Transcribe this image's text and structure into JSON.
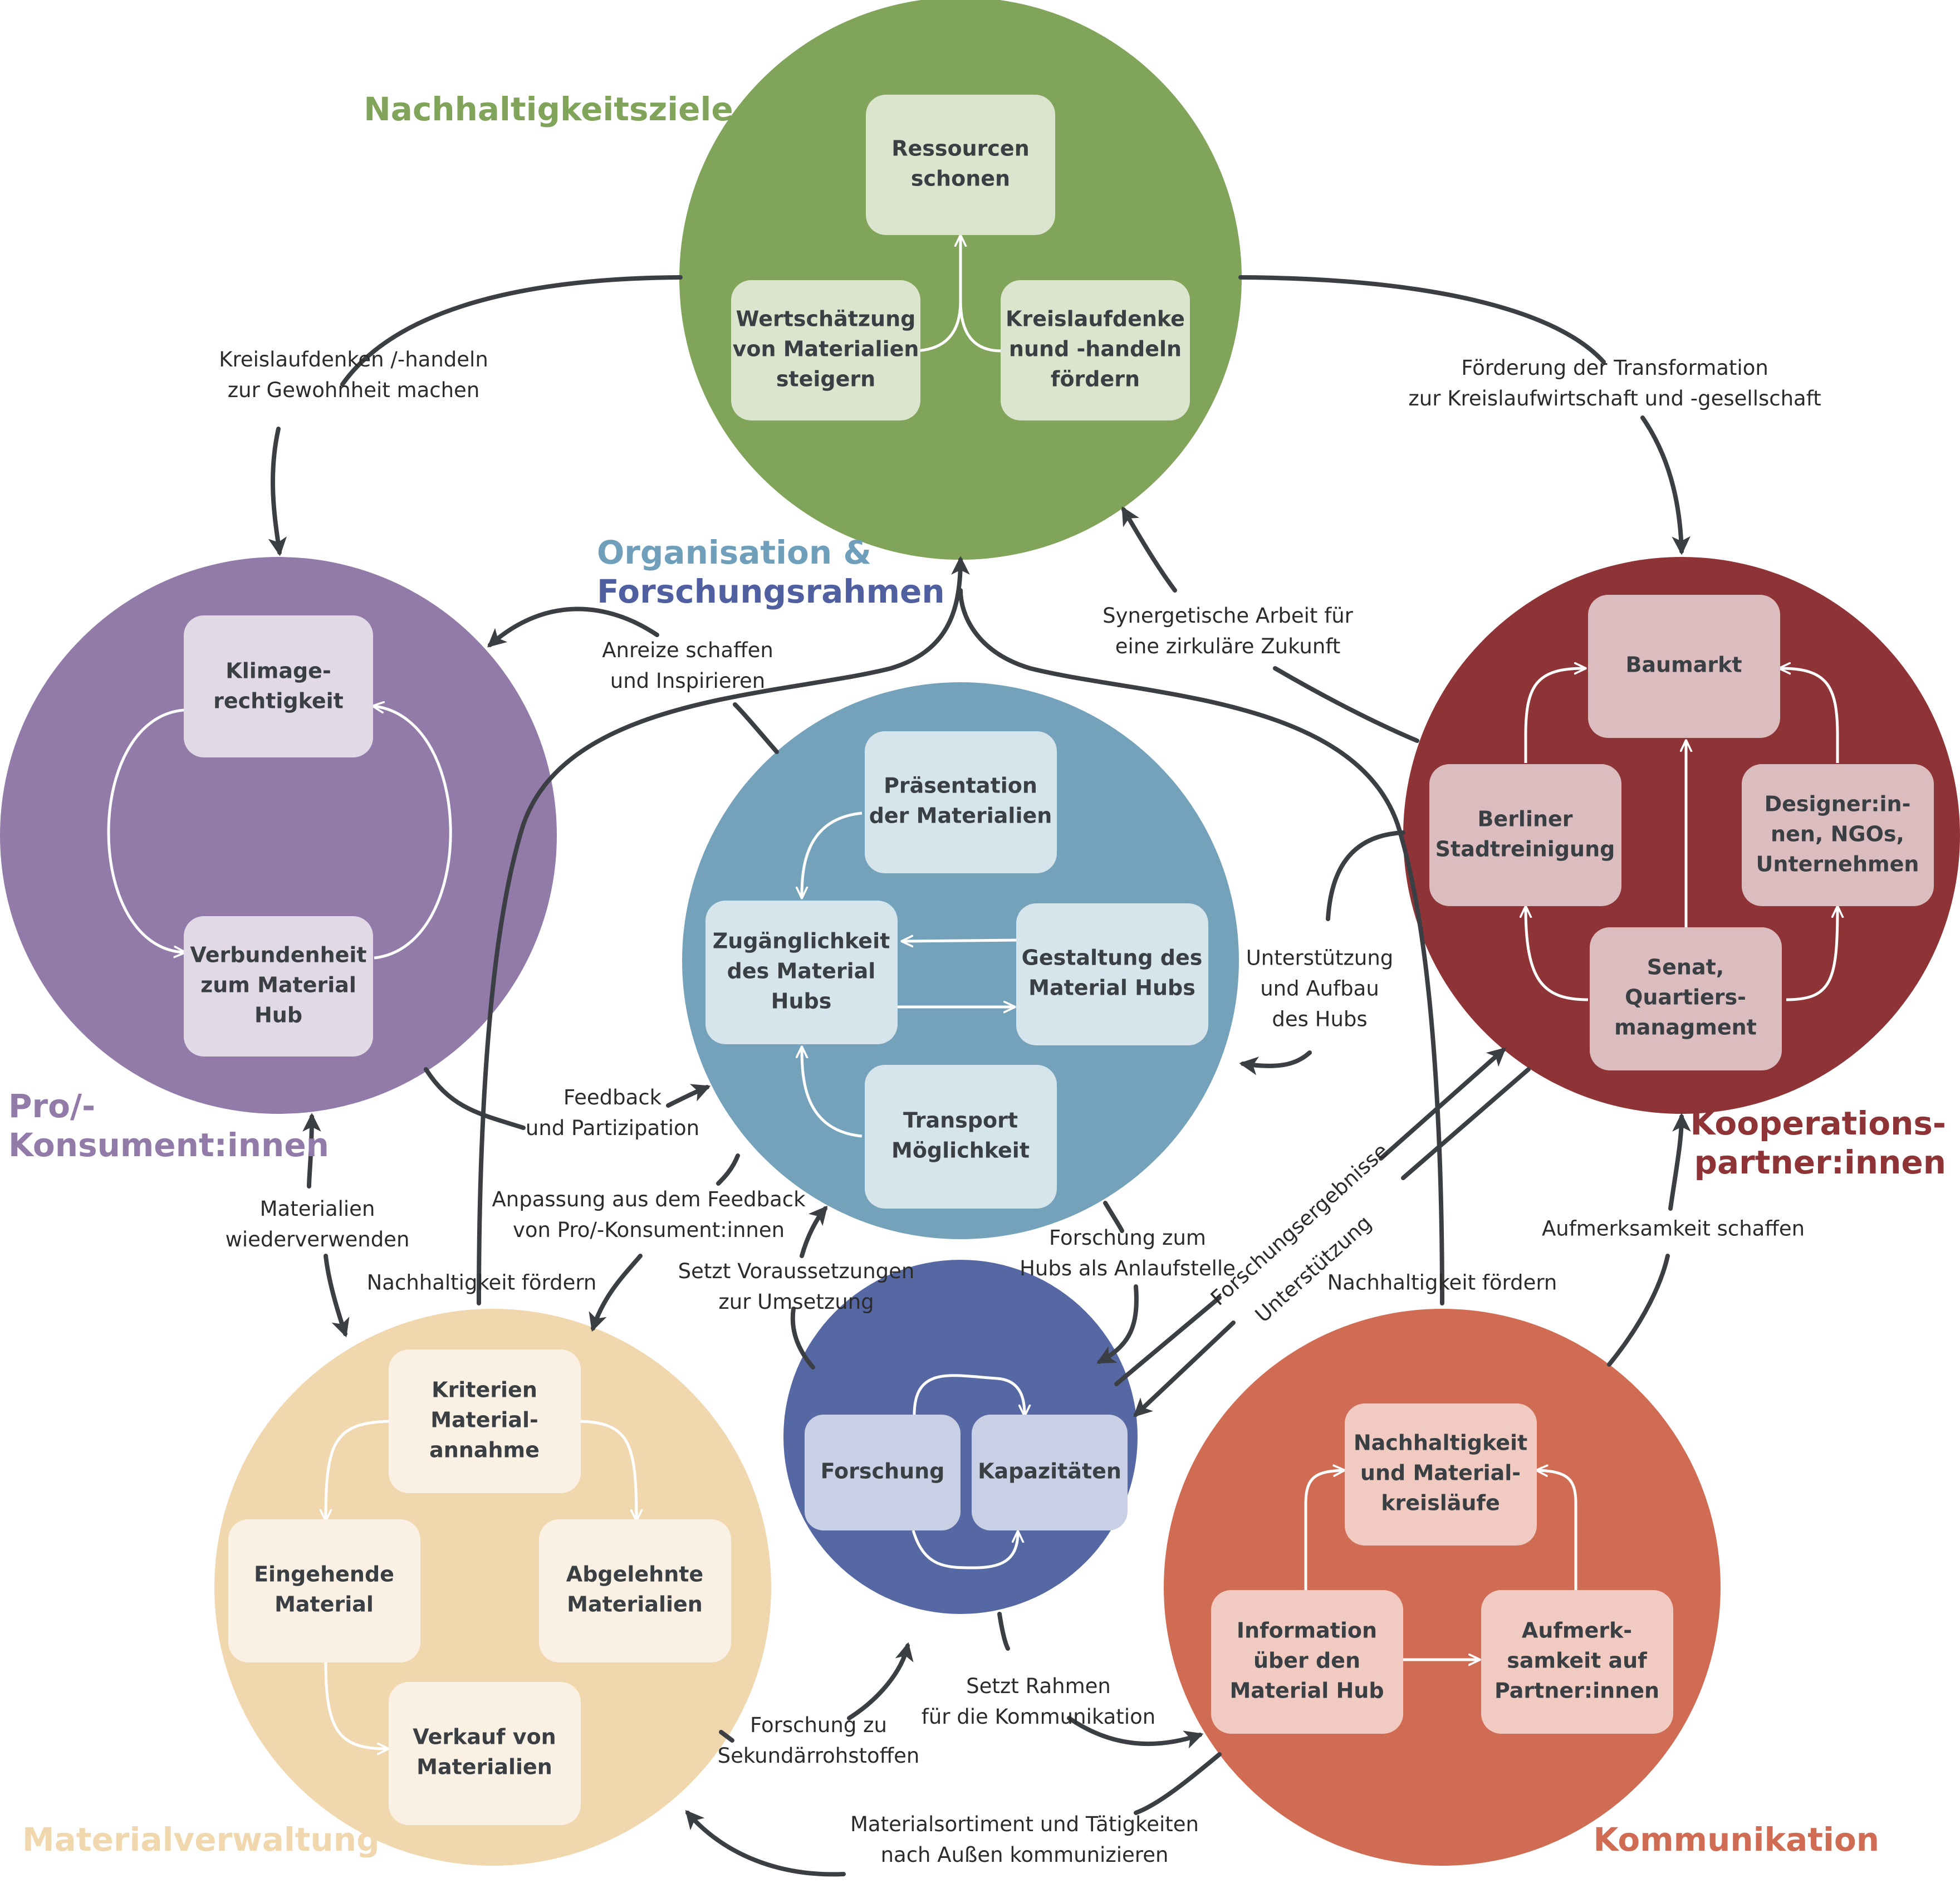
{
  "colors": {
    "nachhaltigkeit": "#80a45a",
    "nachhaltigkeit_box": "#dbe4cc",
    "pro": "#927ba8",
    "pro_box": "#e2d9e7",
    "orga": "#75a2bb",
    "orga_box": "#d6e4ec",
    "orga_title": "#6f9fbb",
    "orga_title2": "#4f5fa0",
    "koop": "#8f3436",
    "koop_box": "#dcbdbf",
    "material": "#f0d7ad",
    "material_box": "#faf0e3",
    "material_title": "#f0d7ad",
    "forschung": "#5568a3",
    "forschung_box": "#c9cfe5",
    "komm": "#d06c53",
    "komm_box": "#f1cbc2",
    "arrow": "#3b3f44",
    "box_text": "#3a3f44",
    "label_text": "#2b2b2b"
  },
  "clusters": {
    "nachhaltigkeit": {
      "title": "Nachhaltigkeitsziele",
      "boxes": [
        [
          "Ressourcen",
          "schonen"
        ],
        [
          "Wertschätzung",
          "von Materialien",
          "steigern"
        ],
        [
          "Kreislaufdenke",
          "nund -handeln",
          "fördern"
        ]
      ]
    },
    "pro": {
      "title": [
        "Pro/-",
        "Konsument:innen"
      ],
      "boxes": [
        [
          "Klimage-",
          "rechtigkeit"
        ],
        [
          "Verbundenheit",
          "zum Material",
          "Hub"
        ]
      ]
    },
    "orga": {
      "title": [
        "Organisation &",
        "Forschungsrahmen"
      ],
      "boxes": [
        [
          "Präsentation",
          "der Materialien"
        ],
        [
          "Zugänglichkeit",
          "des Material",
          "Hubs"
        ],
        [
          "Gestaltung des",
          "Material Hubs"
        ],
        [
          "Transport",
          "Möglichkeit"
        ]
      ]
    },
    "koop": {
      "title": [
        "Kooperations-",
        "partner:innen"
      ],
      "boxes": [
        [
          "Baumarkt"
        ],
        [
          "Berliner",
          "Stadtreinigung"
        ],
        [
          "Designer:in-",
          "nen, NGOs,",
          "Unternehmen"
        ],
        [
          "Senat,",
          "Quartiers-",
          "managment"
        ]
      ]
    },
    "material": {
      "title": "Materialverwaltung",
      "boxes": [
        [
          "Kriterien",
          "Material-",
          "annahme"
        ],
        [
          "Eingehende",
          "Material"
        ],
        [
          "Abgelehnte",
          "Materialien"
        ],
        [
          "Verkauf von",
          "Materialien"
        ]
      ]
    },
    "forschung": {
      "boxes": [
        [
          "Forschung"
        ],
        [
          "Kapazitäten"
        ]
      ]
    },
    "komm": {
      "title": "Kommunikation",
      "boxes": [
        [
          "Nachhaltigkeit",
          "und Material-",
          "kreisläufe"
        ],
        [
          "Information",
          "über den",
          "Material Hub"
        ],
        [
          "Aufmerk-",
          "samkeit auf",
          "Partner:innen"
        ]
      ]
    }
  },
  "edge_labels": {
    "kreislauf_gewohnheit": [
      "Kreislaufdenken /-handeln",
      "zur Gewohnheit machen"
    ],
    "foerderung_transformation": [
      "Förderung der Transformation",
      "zur Kreislaufwirtschaft und -gesellschaft"
    ],
    "synergetische": [
      "Synergetische Arbeit für",
      "eine zirkuläre Zukunft"
    ],
    "anreize": [
      "Anreize schaffen",
      "und Inspirieren"
    ],
    "unterstuetzung_hubs": [
      "Unterstützung",
      "und Aufbau",
      "des Hubs"
    ],
    "feedback": [
      "Feedback",
      "und Partizipation"
    ],
    "materialien_wieder": [
      "Materialien",
      "wiederverwenden"
    ],
    "anpassung": [
      "Anpassung aus dem Feedback",
      "von Pro/-Konsument:innen"
    ],
    "nachhaltigkeit_links": [
      "Nachhaltigkeit fördern"
    ],
    "nachhaltigkeit_rechts": [
      "Nachhaltigkeit fördern"
    ],
    "voraussetzungen": [
      "Setzt Voraussetzungen",
      "zur Umsetzung"
    ],
    "forschung_hubs": [
      "Forschung zum",
      "Hubs als Anlaufstelle"
    ],
    "forschungsergebnisse": "Forschungsergebnisse",
    "unterstuetzung_diag": "Unterstützung",
    "aufmerksamkeit": [
      "Aufmerksamkeit schaffen"
    ],
    "setzt_rahmen": [
      "Setzt Rahmen",
      "für die Kommunikation"
    ],
    "sekundaer": [
      "Forschung zu",
      "Sekundärrohstoffen"
    ],
    "sortiment": [
      "Materialsortiment und Tätigkeiten",
      "nach Außen kommunizieren"
    ]
  }
}
